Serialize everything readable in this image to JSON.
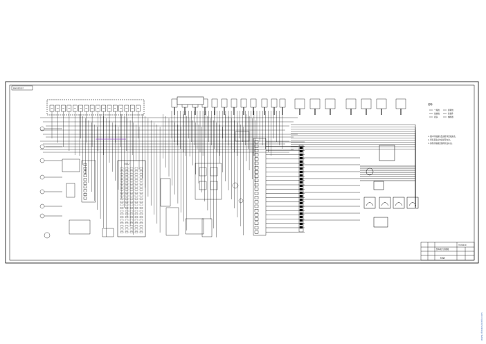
{
  "sheet": {
    "badge": "BWIRE2007",
    "ecu_label": "ECU",
    "notes_title": "说明:",
    "notes_lines": [
      "1. 图中导线颜色及线径详见线束表。",
      "2. 所有搭铁点均连接至车身。",
      "3. 保险丝规格见保险丝盒标识。"
    ],
    "legend": [
      "一般线",
      "屏蔽线",
      "双绞线",
      "接插件",
      "搭铁",
      "熔断器"
    ],
    "fuse_count": 16,
    "title_block": {
      "brand": "FAW",
      "drawing_title": "整车电气原理图",
      "code": "3724010"
    }
  },
  "watermark": "www.chinaautoinfo.com"
}
